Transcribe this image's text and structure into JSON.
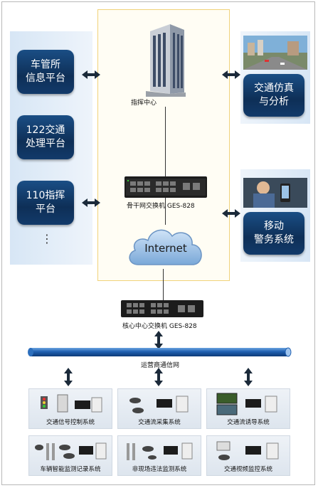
{
  "left_platforms": [
    {
      "line1": "车管所",
      "line2": "信息平台"
    },
    {
      "line1": "122交通",
      "line2": "处理平台"
    },
    {
      "line1": "110指挥",
      "line2": "平台"
    }
  ],
  "left_ellipsis": "⋮",
  "right_platforms": [
    {
      "line1": "交通仿真",
      "line2": "与分析"
    },
    {
      "line1": "移动",
      "line2": "警务系统"
    }
  ],
  "command_center_label": "指挥中心",
  "backbone_switch_label": "骨干网交换机   GES-828",
  "internet_label": "Internet",
  "core_switch_label": "核心中心交换机   GES-828",
  "carrier_network_label": "运营商通信网",
  "subsystems": [
    "交通信号控制系统",
    "交通流采集系统",
    "交通流诱导系统",
    "车辆智能监测记录系统",
    "非现场违法监测系统",
    "交通视频监控系统"
  ],
  "colors": {
    "pill": "#12396a",
    "pipe": "#1f5fb0",
    "arrow": "#1b2a3a"
  }
}
